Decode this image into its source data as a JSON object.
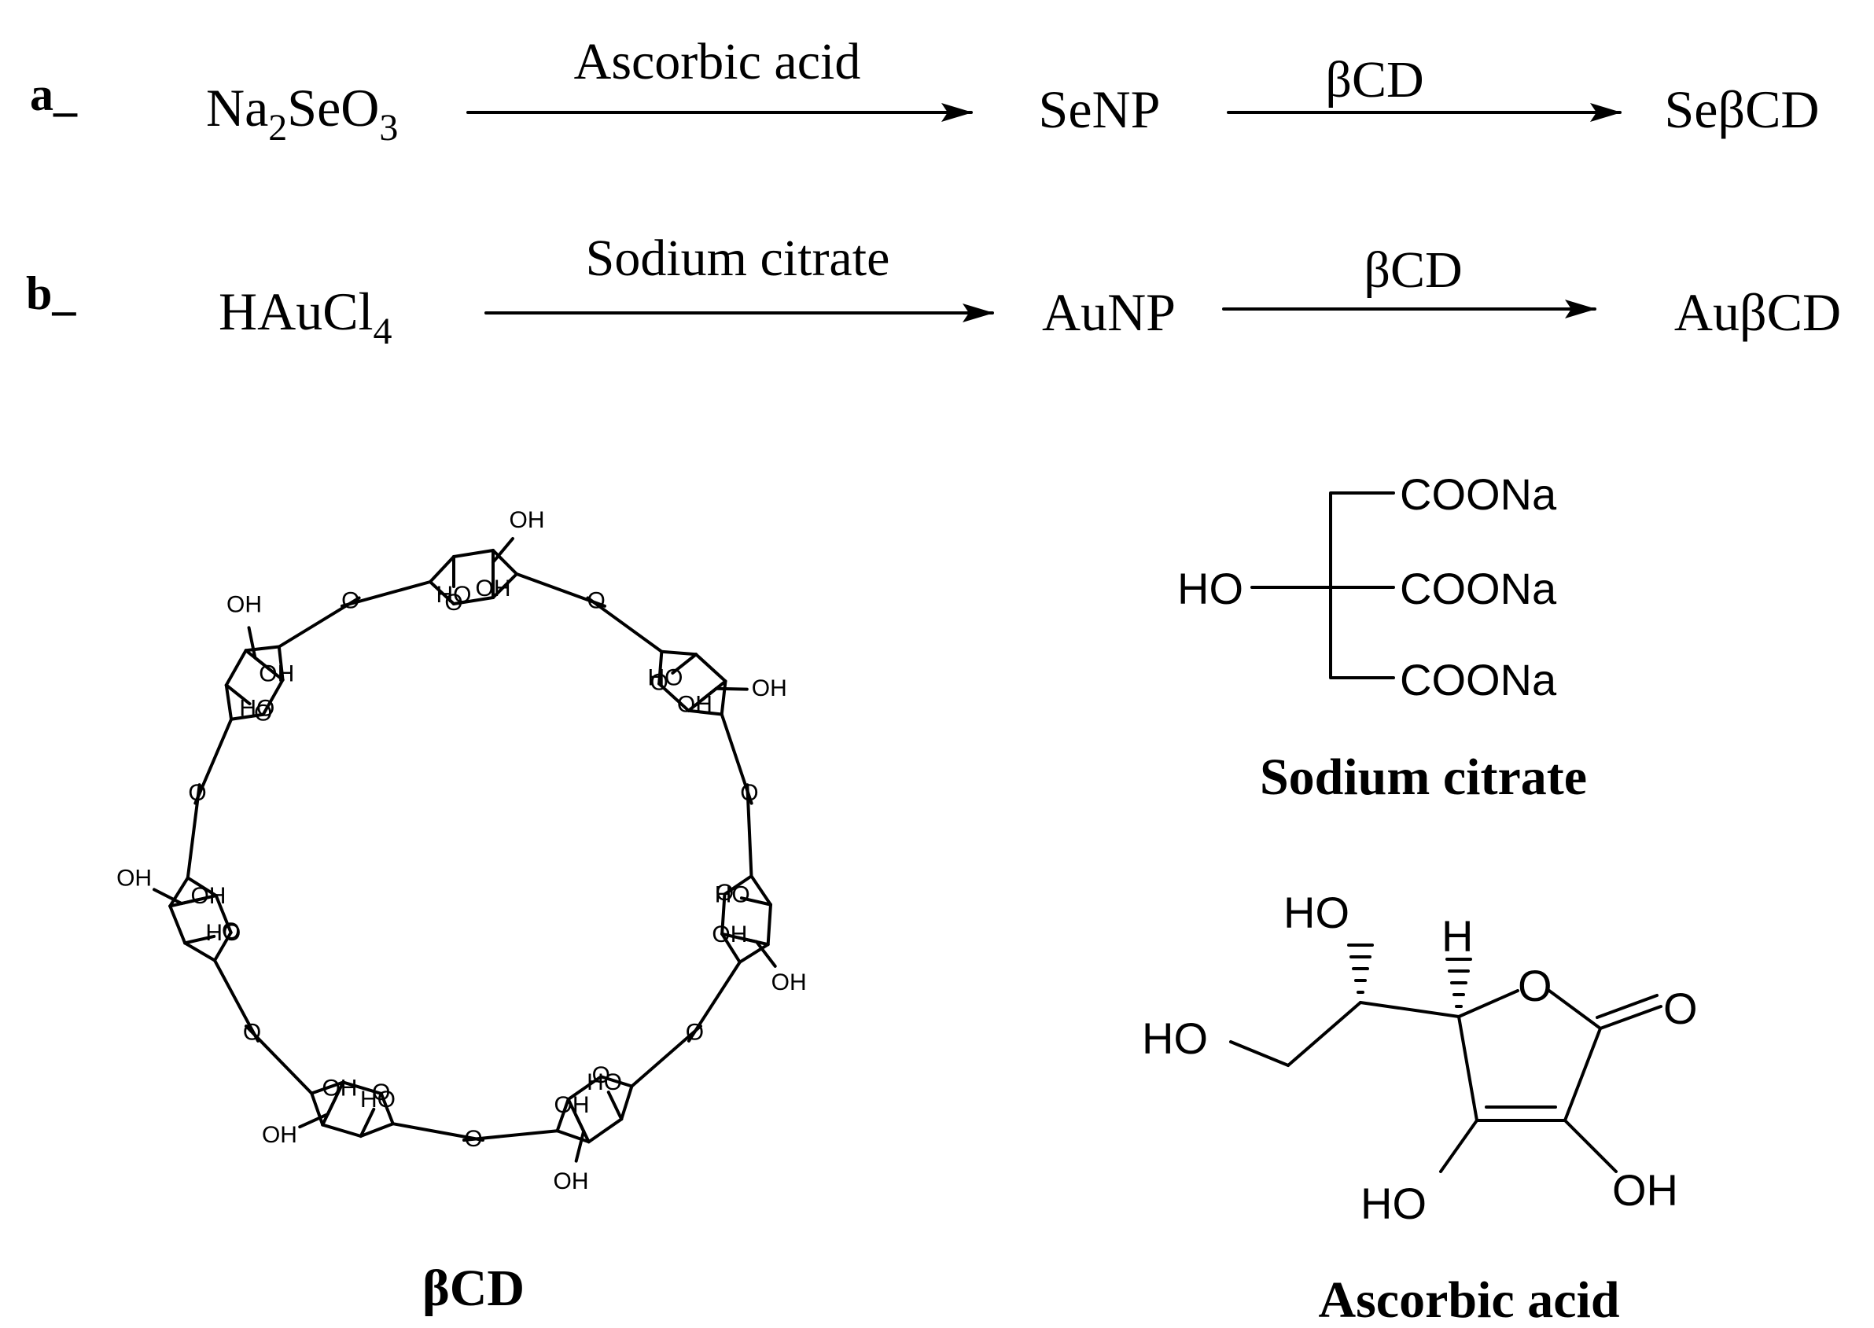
{
  "reactions": {
    "a": {
      "label": "a_",
      "reactant_main": "Na",
      "reactant_sub1": "2",
      "reactant_mid": "SeO",
      "reactant_sub2": "3",
      "reagent1": "Ascorbic acid",
      "intermediate": "SeNP",
      "reagent2": "βCD",
      "product": "SeβCD"
    },
    "b": {
      "label": "b_",
      "reactant_main": "HAuCl",
      "reactant_sub": "4",
      "reagent1": "Sodium citrate",
      "intermediate": "AuNP",
      "reagent2": "βCD",
      "product": "AuβCD"
    }
  },
  "structures": {
    "bcd": {
      "caption": "βCD",
      "atom_o": "O",
      "atom_oh": "OH",
      "atom_ho": "HO"
    },
    "citrate": {
      "caption": "Sodium citrate",
      "ho": "HO",
      "group1": "COONa",
      "group2": "COONa",
      "group3": "COONa"
    },
    "ascorbic": {
      "caption": "Ascorbic acid",
      "ho_top": "HO",
      "h_top": "H",
      "ring_o": "O",
      "carbonyl_o": "O",
      "ho_left": "HO",
      "ho_bottom": "HO",
      "oh_right": "OH"
    }
  }
}
